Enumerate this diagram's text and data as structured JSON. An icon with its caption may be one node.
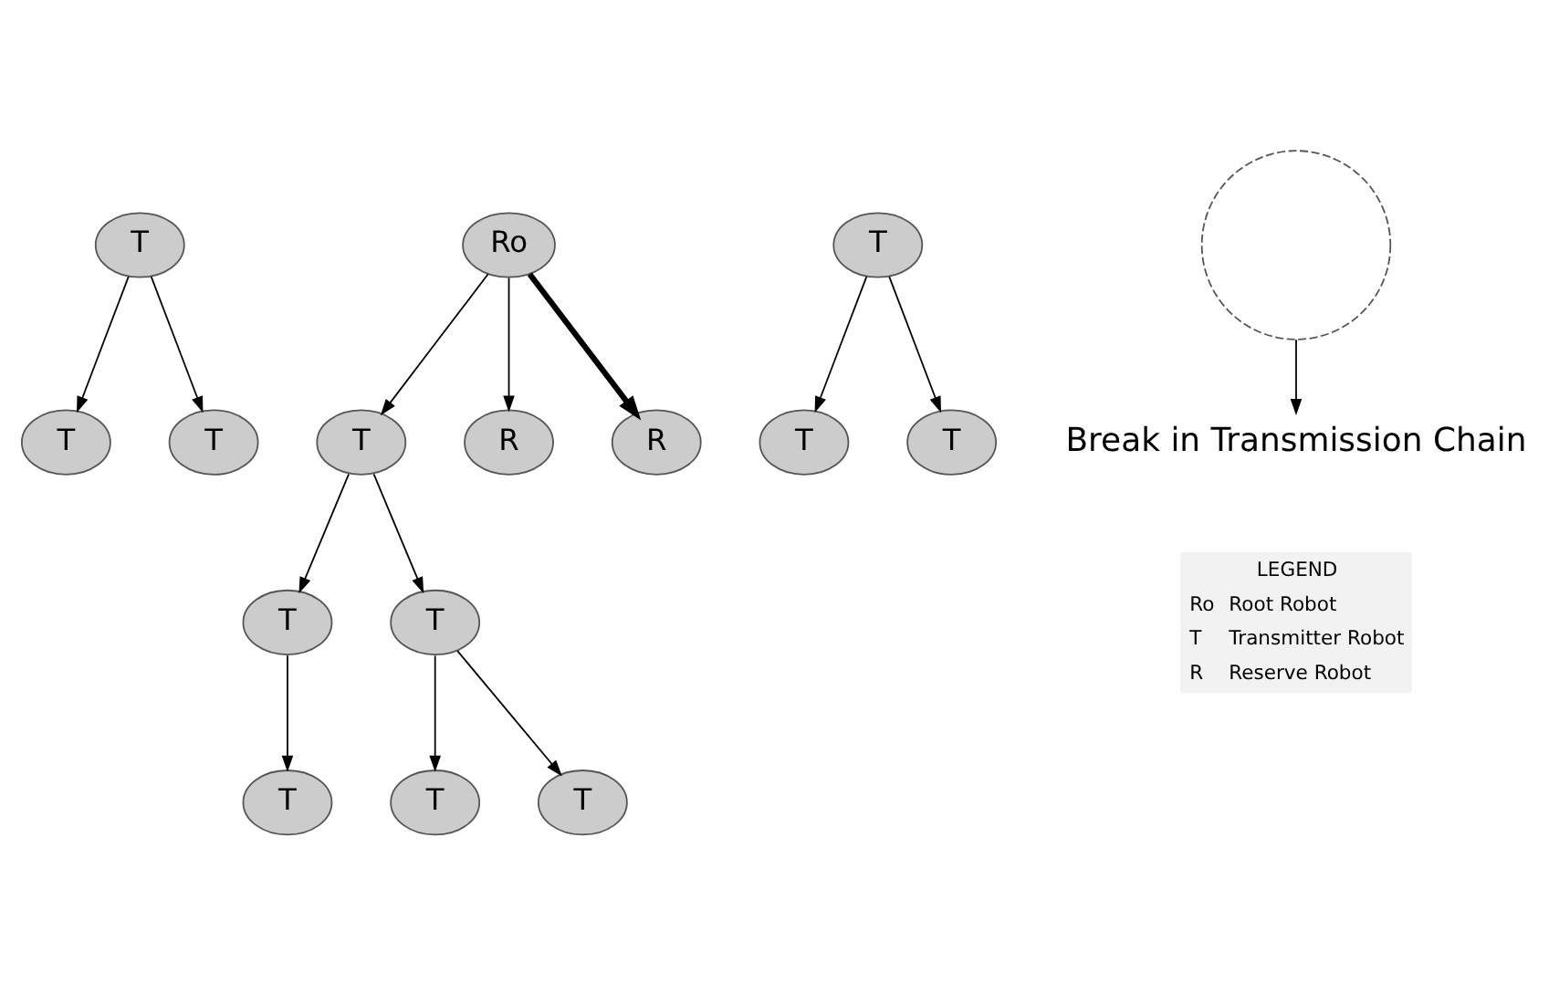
{
  "diagram": {
    "nodes": [
      {
        "text": [
          "T"
        ]
      },
      {
        "text": [
          "T"
        ]
      },
      {
        "text": [
          "T"
        ]
      },
      {
        "text": [
          "T"
        ]
      },
      {
        "text": [
          "T"
        ]
      },
      {
        "text": [
          "T"
        ]
      },
      {
        "text": [
          "T"
        ]
      },
      {
        "text": [
          "T"
        ]
      },
      {
        "text": [
          "T"
        ]
      },
      {
        "text": [
          "T"
        ]
      },
      {
        "text": [
          "T"
        ]
      },
      {
        "text": [
          "T"
        ]
      },
      {
        "text": [],
        "shape": "circle"
      },
      {
        "text": [
          "Ro"
        ]
      },
      {
        "text": [
          "R"
        ]
      },
      {
        "text": [
          "R"
        ]
      },
      {
        "text": [
          "Break in Transmission Chain"
        ]
      }
    ],
    "edges": [
      {
        "from": 4,
        "to": 0,
        "arrow": "to"
      },
      {
        "from": 4,
        "to": 1,
        "arrow": "to"
      },
      {
        "from": 7,
        "to": 3,
        "arrow": "to"
      },
      {
        "from": 7,
        "to": 10,
        "arrow": "to"
      },
      {
        "from": 13,
        "to": 9,
        "arrow": "to"
      },
      {
        "from": 9,
        "to": 5,
        "arrow": "to"
      },
      {
        "from": 5,
        "to": 2,
        "arrow": "to"
      },
      {
        "from": 9,
        "to": 8,
        "arrow": "to"
      },
      {
        "from": 8,
        "to": 6,
        "arrow": "to"
      },
      {
        "from": 8,
        "to": 11,
        "arrow": "to"
      },
      {
        "from": 13,
        "to": 15,
        "arrow": "to",
        "style": "thick"
      },
      {
        "from": 13,
        "to": 14,
        "arrow": "to"
      },
      {
        "from": 12,
        "to": 16,
        "arrow": "to"
      }
    ],
    "labels": [
      "LEGEND",
      "Ro",
      "Root Robot",
      "T",
      "Transmitter Robot",
      "R",
      "Reserve Robot"
    ]
  }
}
